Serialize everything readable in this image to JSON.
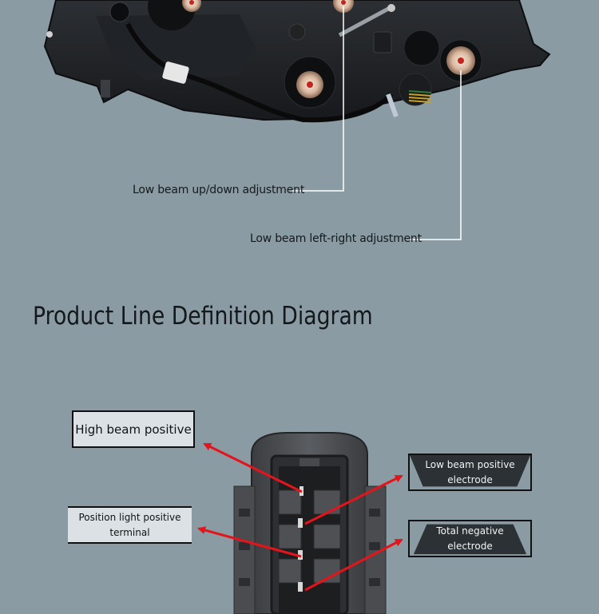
{
  "callouts": {
    "low_beam_updown": "Low beam up/down adjustment",
    "low_beam_leftright": "Low beam left-right adjustment"
  },
  "section_title": "Product Line Definition Diagram",
  "pin_labels": {
    "high_beam_positive": "High beam positive",
    "position_light_line1": "Position light positive",
    "position_light_line2": "terminal",
    "low_beam_line1": "Low beam positive",
    "low_beam_line2": "electrode",
    "total_negative_line1": "Total negative",
    "total_negative_line2": "electrode"
  },
  "colors": {
    "background": "#8a9ba4",
    "arrow": "#e4141b",
    "leader_line": "#ffffff"
  }
}
